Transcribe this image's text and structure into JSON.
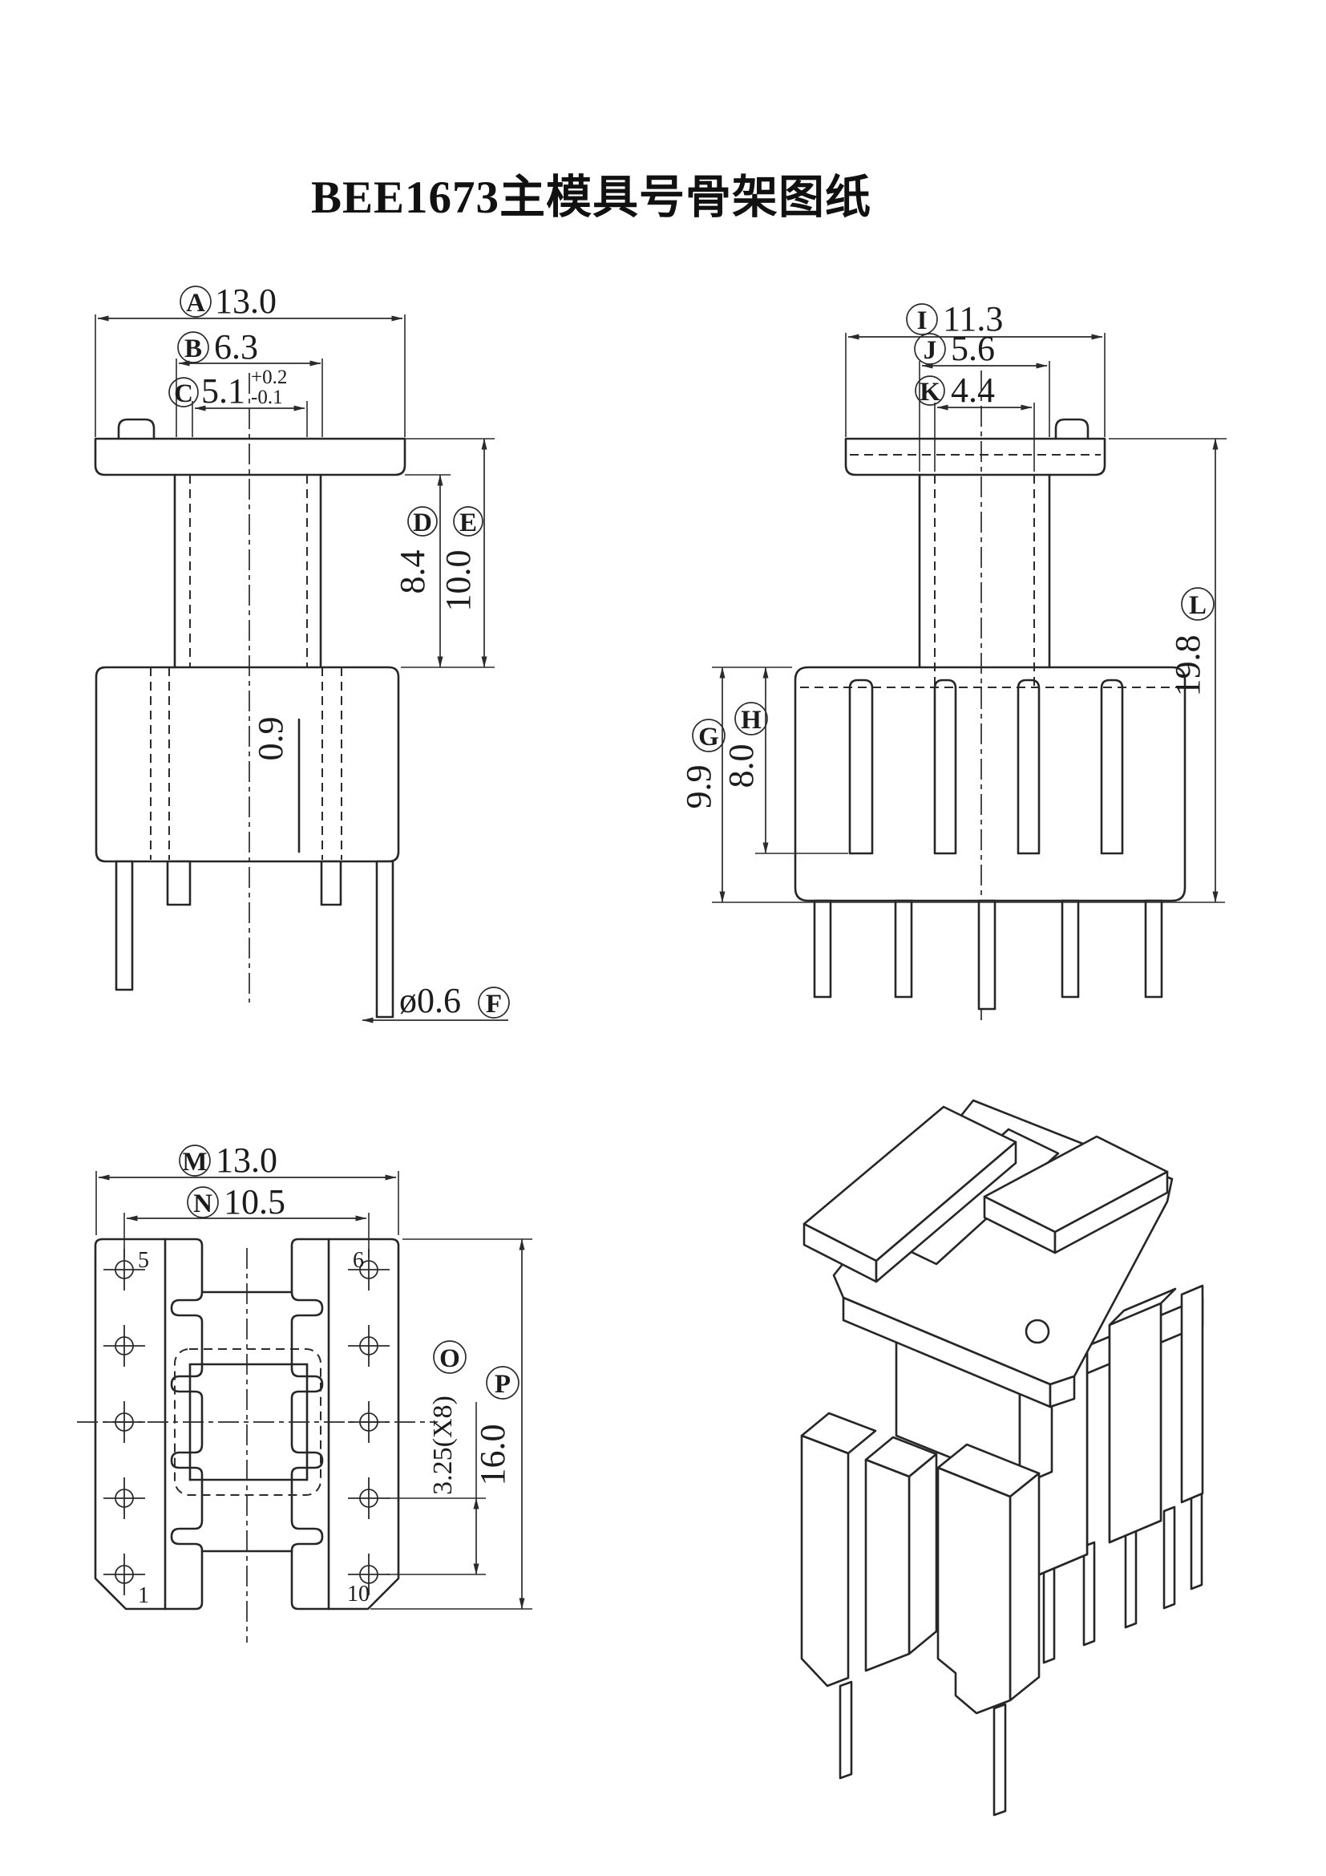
{
  "title": "BEE1673主模具号骨架图纸",
  "front_view": {
    "dims": {
      "A": {
        "letter": "A",
        "value": "13.0"
      },
      "B": {
        "letter": "B",
        "value": "6.3"
      },
      "C": {
        "letter": "C",
        "value": "5.1",
        "tol_plus": "+0.2",
        "tol_minus": "-0.1"
      },
      "D": {
        "letter": "D",
        "value": "8.4"
      },
      "E": {
        "letter": "E",
        "value": "10.0"
      },
      "F": {
        "letter": "F",
        "value": "ø0.6"
      },
      "rib": "0.9"
    }
  },
  "side_view": {
    "dims": {
      "I": {
        "letter": "I",
        "value": "11.3"
      },
      "J": {
        "letter": "J",
        "value": "5.6"
      },
      "K": {
        "letter": "K",
        "value": "4.4"
      },
      "G": {
        "letter": "G",
        "value": "9.9"
      },
      "H": {
        "letter": "H",
        "value": "8.0"
      },
      "L": {
        "letter": "L",
        "value": "19.8"
      }
    }
  },
  "bottom_view": {
    "dims": {
      "M": {
        "letter": "M",
        "value": "13.0"
      },
      "N": {
        "letter": "N",
        "value": "10.5"
      },
      "O": {
        "letter": "O",
        "value": "3.25(X8)"
      },
      "P": {
        "letter": "P",
        "value": "16.0"
      }
    },
    "pin_numbers": {
      "top_left": "5",
      "top_right": "6",
      "bottom_left": "1",
      "bottom_right": "10"
    }
  }
}
